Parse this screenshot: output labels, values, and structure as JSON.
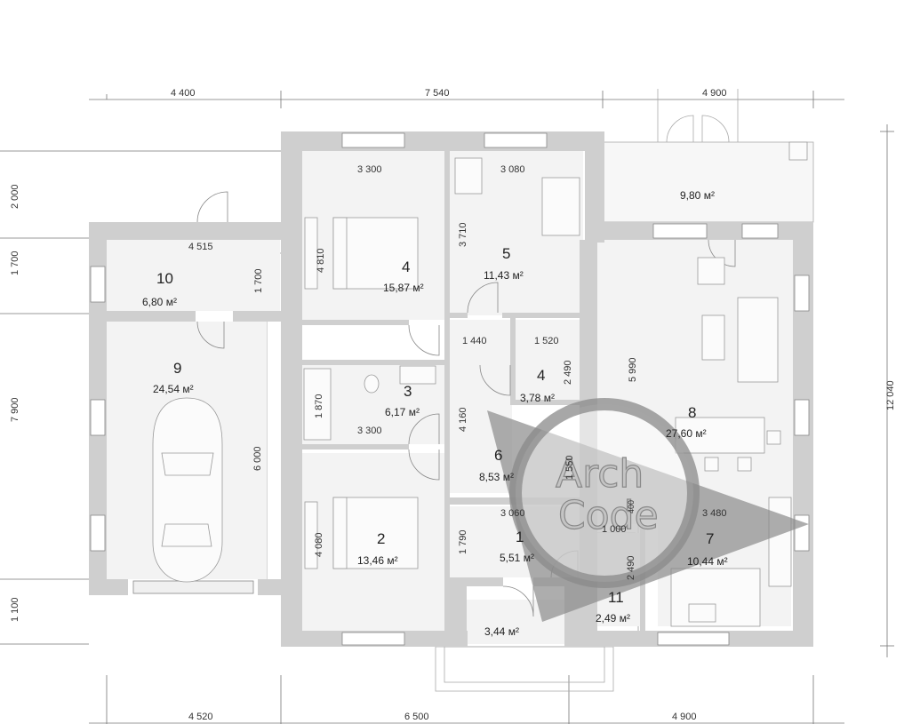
{
  "dimensions": {
    "top": [
      "4 400",
      "7 540",
      "4 900"
    ],
    "bottom": [
      "4 520",
      "6 500",
      "4 900"
    ],
    "left": [
      "2 000",
      "1 700",
      "7 900",
      "1 100"
    ],
    "right": [
      "12 040"
    ],
    "inner": {
      "room4_width": "3 300",
      "room5_width": "3 080",
      "room5_height": "3 710",
      "room4_height": "4 810",
      "room10_width": "4 515",
      "room10_height": "1 700",
      "corr_a": "1 440",
      "room4b_width": "1 520",
      "room4b_height": "2 490",
      "room3_height": "1 870",
      "room3_width": "3 300",
      "corr_height": "4 160",
      "room6_side": "1 550",
      "room8_height": "5 990",
      "garage_height": "6 000",
      "room1_width": "3 060",
      "room7_width": "3 480",
      "small_400": "400",
      "room11_width": "1 000",
      "room2_height": "4 080",
      "room1_height": "1 790",
      "room11_height": "2 490"
    }
  },
  "rooms": [
    {
      "number": "4",
      "area": "15,87 м²"
    },
    {
      "number": "5",
      "area": "11,43 м²"
    },
    {
      "number": "",
      "area": "9,80 м²"
    },
    {
      "number": "10",
      "area": "6,80 м²"
    },
    {
      "number": "9",
      "area": "24,54 м²"
    },
    {
      "number": "3",
      "area": "6,17 м²"
    },
    {
      "number": "4",
      "area": "3,78 м²"
    },
    {
      "number": "8",
      "area": "27,60 м²"
    },
    {
      "number": "6",
      "area": "8,53 м²"
    },
    {
      "number": "2",
      "area": "13,46 м²"
    },
    {
      "number": "1",
      "area": "5,51 м²"
    },
    {
      "number": "7",
      "area": "10,44 м²"
    },
    {
      "number": "11",
      "area": "2,49 м²"
    },
    {
      "number": "",
      "area": "3,44 м²"
    }
  ],
  "watermark": {
    "line1": "Arch",
    "line2": "Code"
  },
  "colors": {
    "wall": "#cfcfcf",
    "floor": "#f4f4f4",
    "line": "#555555",
    "logo": "#8a8a8a"
  }
}
